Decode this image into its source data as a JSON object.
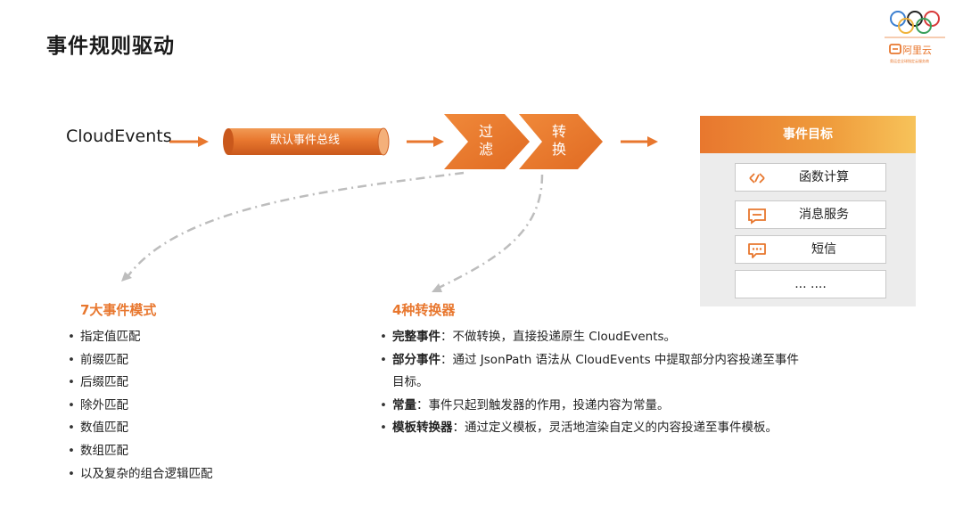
{
  "title": "事件规则驱动",
  "logo": {
    "brand": "阿里云",
    "tagline": "奥运会全球指定云服务商"
  },
  "flow": {
    "source": "CloudEvents",
    "bus": "默认事件总线",
    "filter": "过滤",
    "transform": "转换"
  },
  "targets": {
    "header": "事件目标",
    "items": [
      {
        "label": "函数计算",
        "icon": "function-compute-icon"
      },
      {
        "label": "消息服务",
        "icon": "message-service-icon"
      },
      {
        "label": "短信",
        "icon": "sms-chat-icon"
      },
      {
        "label": "... ....",
        "icon": ""
      }
    ]
  },
  "modes": {
    "title": "7大事件模式",
    "items": [
      "指定值匹配",
      "前缀匹配",
      "后缀匹配",
      "除外匹配",
      "数值匹配",
      "数组匹配",
      "以及复杂的组合逻辑匹配"
    ]
  },
  "converters": {
    "title": "4种转换器",
    "items": [
      {
        "name": "完整事件",
        "desc": "：不做转换，直接投递原生 CloudEvents。"
      },
      {
        "name": "部分事件",
        "desc": "：通过 JsonPath 语法从 CloudEvents 中提取部分内容投递至事件目标。"
      },
      {
        "name": "常量",
        "desc": "：事件只起到触发器的作用，投递内容为常量。"
      },
      {
        "name": "模板转换器",
        "desc": "：通过定义模板，灵活地渲染自定义的内容投递至事件模板。"
      }
    ]
  },
  "colors": {
    "accent": "#e8772e",
    "panel": "#ececec"
  }
}
